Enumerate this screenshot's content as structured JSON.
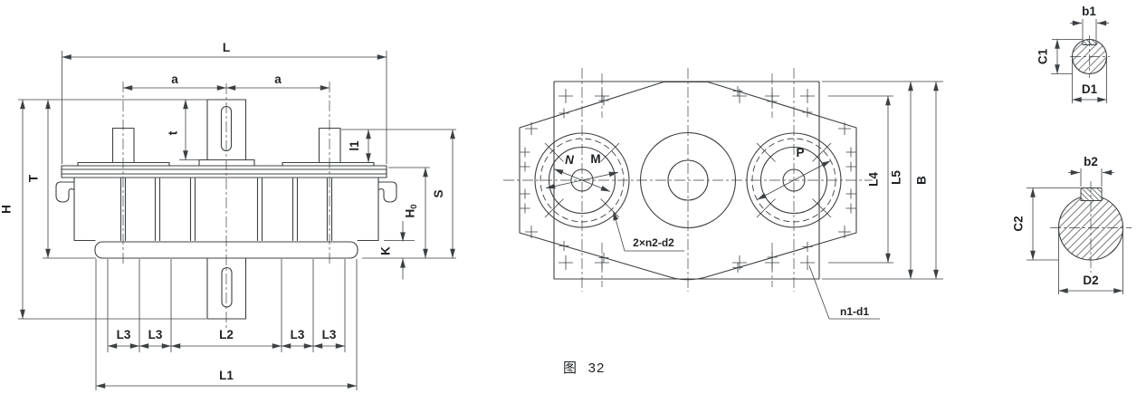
{
  "figure": {
    "caption_prefix": "图",
    "caption_number": "32"
  },
  "colors": {
    "line": "#3d4043",
    "text": "#1f2124",
    "background": "#ffffff"
  },
  "front_view": {
    "dims": {
      "L": "L",
      "a_left": "a",
      "a_right": "a",
      "t": "t",
      "l1": "l1",
      "T": "T",
      "H": "H",
      "S": "S",
      "H0_base": "H",
      "H0_sub": "0",
      "K": "K",
      "L3": "L3",
      "L2": "L2",
      "L1": "L1"
    }
  },
  "top_view": {
    "dims": {
      "N": "N",
      "M": "M",
      "P": "P",
      "L4": "L4",
      "L5": "L5",
      "B": "B"
    },
    "callouts": {
      "upper_bolts": "2×n2-d2",
      "lower_bolts": "n1-d1"
    }
  },
  "shaft_sections": {
    "section1": {
      "b": "b1",
      "C": "C1",
      "D": "D1"
    },
    "section2": {
      "b": "b2",
      "C": "C2",
      "D": "D2"
    }
  }
}
